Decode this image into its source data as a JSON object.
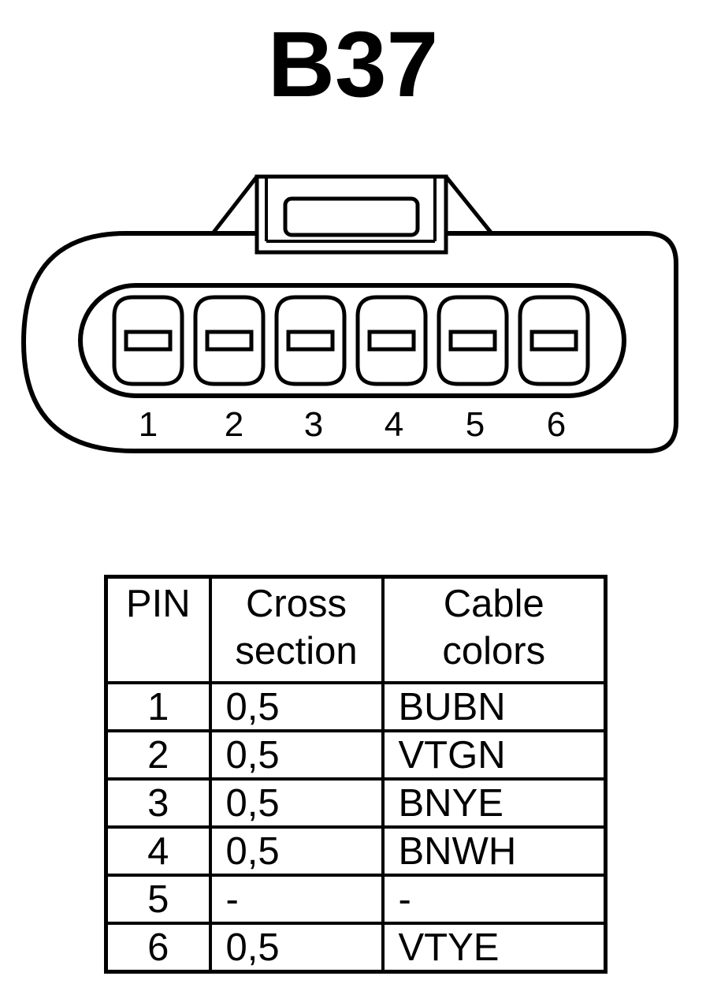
{
  "title": "B37",
  "connector": {
    "pin_labels": [
      "1",
      "2",
      "3",
      "4",
      "5",
      "6"
    ]
  },
  "table": {
    "headers": {
      "pin": "PIN",
      "cross_section": [
        "Cross",
        "section"
      ],
      "cable_colors": [
        "Cable",
        "colors"
      ]
    },
    "rows": [
      {
        "pin": "1",
        "cross_section": "0,5",
        "cable_colors": "BUBN"
      },
      {
        "pin": "2",
        "cross_section": "0,5",
        "cable_colors": "VTGN"
      },
      {
        "pin": "3",
        "cross_section": "0,5",
        "cable_colors": "BNYE"
      },
      {
        "pin": "4",
        "cross_section": "0,5",
        "cable_colors": "BNWH"
      },
      {
        "pin": "5",
        "cross_section": "-",
        "cable_colors": "-"
      },
      {
        "pin": "6",
        "cross_section": "0,5",
        "cable_colors": "VTYE"
      }
    ]
  }
}
